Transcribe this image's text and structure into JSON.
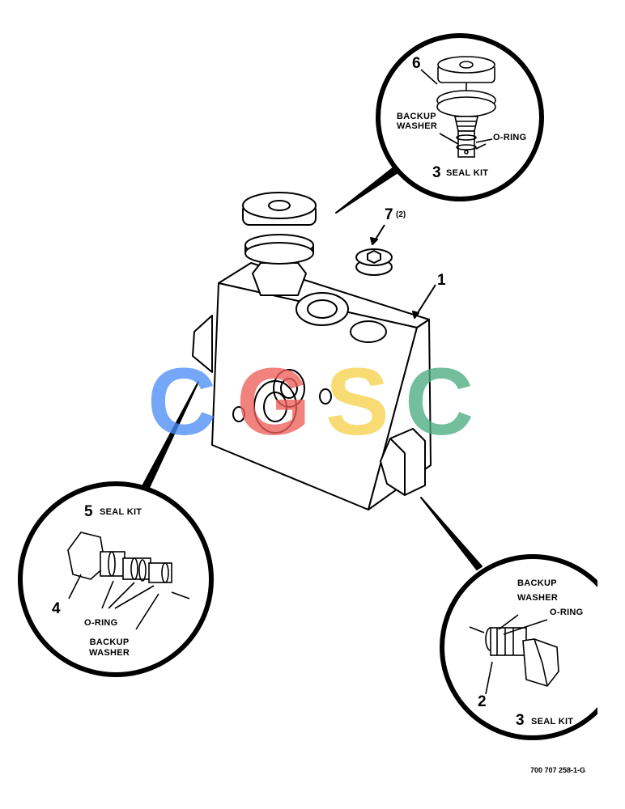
{
  "callouts": {
    "top": {
      "number": "6",
      "backup_washer": "BACKUP\nWASHER",
      "oring": "O-RING",
      "kit_number": "3",
      "kit_label": "SEAL KIT"
    },
    "left": {
      "kit_number": "5",
      "kit_label": "SEAL KIT",
      "number": "4",
      "oring": "O-RING",
      "backup_washer": "BACKUP\nWASHER"
    },
    "right": {
      "backup_washer": "BACKUP\nWASHER",
      "oring": "O-RING",
      "number": "2",
      "kit_number": "3",
      "kit_label": "SEAL KIT"
    }
  },
  "parts": {
    "block_number": "1",
    "plug_number": "7",
    "plug_qty": "(2)"
  },
  "document_number": "700 707 258-1-G",
  "watermark": {
    "letters": [
      "C",
      "G",
      "S",
      "C"
    ],
    "colors": [
      "#4f8ff7",
      "#ee5f5b",
      "#f8d24c",
      "#4cae82"
    ]
  }
}
